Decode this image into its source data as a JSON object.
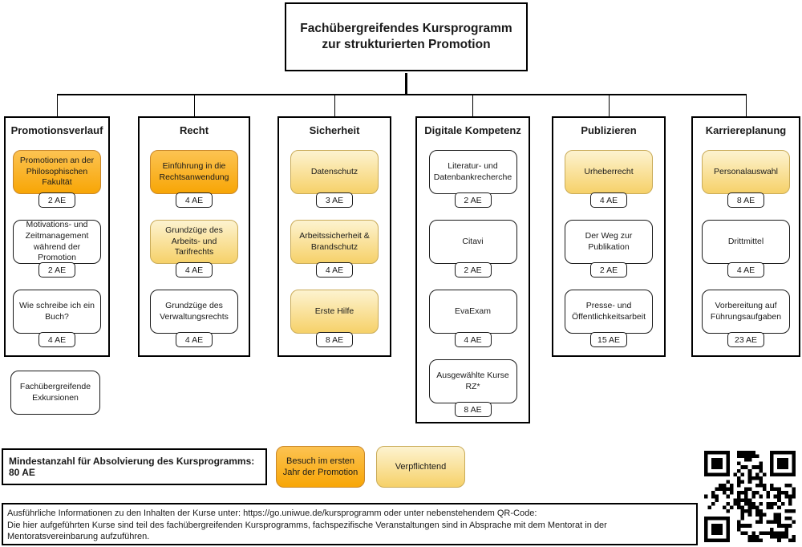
{
  "title": "Fachübergreifendes Kursprogramm\nzur strukturierten Promotion",
  "columns": [
    {
      "label": "Promotionsverlauf",
      "courses": [
        {
          "label": "Promotionen an der Philosophischen Fakultät",
          "ae": "2 AE",
          "type": "orange"
        },
        {
          "label": "Motivations- und Zeitmanagement während der Promotion",
          "ae": "2 AE",
          "type": "white"
        },
        {
          "label": "Wie schreibe ich ein Buch?",
          "ae": "4 AE",
          "type": "white"
        }
      ]
    },
    {
      "label": "Recht",
      "courses": [
        {
          "label": "Einführung in die Rechtsanwendung",
          "ae": "4 AE",
          "type": "orange"
        },
        {
          "label": "Grundzüge des Arbeits- und Tarifrechts",
          "ae": "4 AE",
          "type": "yellow"
        },
        {
          "label": "Grundzüge des Verwaltungsrechts",
          "ae": "4 AE",
          "type": "white"
        }
      ]
    },
    {
      "label": "Sicherheit",
      "courses": [
        {
          "label": "Datenschutz",
          "ae": "3 AE",
          "type": "yellow"
        },
        {
          "label": "Arbeitssicherheit & Brandschutz",
          "ae": "4 AE",
          "type": "yellow"
        },
        {
          "label": "Erste Hilfe",
          "ae": "8 AE",
          "type": "yellow"
        }
      ]
    },
    {
      "label": "Digitale Kompetenz",
      "courses": [
        {
          "label": "Literatur- und Datenbankrecherche",
          "ae": "2 AE",
          "type": "white"
        },
        {
          "label": "Citavi",
          "ae": "2 AE",
          "type": "white"
        },
        {
          "label": "EvaExam",
          "ae": "4 AE",
          "type": "white"
        },
        {
          "label": "Ausgewählte Kurse RZ*",
          "ae": "8 AE",
          "type": "white"
        }
      ]
    },
    {
      "label": "Publizieren",
      "courses": [
        {
          "label": "Urheberrecht",
          "ae": "4 AE",
          "type": "yellow"
        },
        {
          "label": "Der Weg zur Publikation",
          "ae": "2 AE",
          "type": "white"
        },
        {
          "label": "Presse- und Öffentlichkeitsarbeit",
          "ae": "15 AE",
          "type": "white"
        }
      ]
    },
    {
      "label": "Karriereplanung",
      "courses": [
        {
          "label": "Personalauswahl",
          "ae": "8 AE",
          "type": "yellow"
        },
        {
          "label": "Drittmittel",
          "ae": "4 AE",
          "type": "white"
        },
        {
          "label": "Vorbereitung auf Führungsaufgaben",
          "ae": "23 AE",
          "type": "white"
        }
      ]
    }
  ],
  "standalone_course": {
    "label": "Fachübergreifende Exkursionen"
  },
  "legend": {
    "min_total": "Mindestanzahl für Absolvierung des Kursprogramms: 80 AE",
    "items": [
      {
        "label": "Besuch im ersten Jahr der Promotion",
        "type": "orange"
      },
      {
        "label": "Verpflichtend",
        "type": "yellow"
      }
    ]
  },
  "footer": {
    "line1": "Ausführliche Informationen zu den Inhalten der Kurse unter: https://go.uniwue.de/kursprogramm oder unter nebenstehendem QR-Code:",
    "line2": "Die hier aufgeführten Kurse sind teil des fachübergreifenden Kursprogramms, fachspezifische Veranstaltungen sind in Absprache mit dem Mentorat in der",
    "line3": "Mentoratsvereinbarung aufzuführen."
  },
  "colors": {
    "orange_top": "#FCC352",
    "orange_bottom": "#F8A606",
    "orange_border": "#C9872A",
    "yellow_top": "#FDF3D0",
    "yellow_bottom": "#F6D169",
    "yellow_border": "#C9AB58"
  }
}
